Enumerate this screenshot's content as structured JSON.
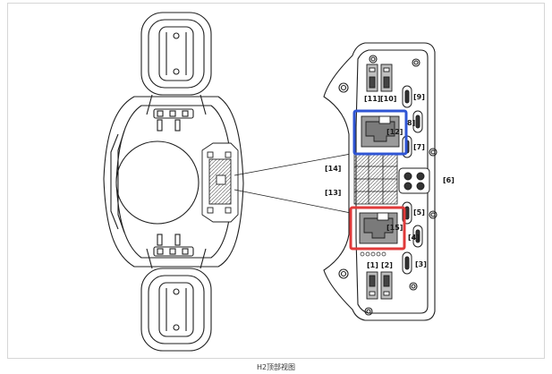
{
  "caption": "H2顶部视图",
  "ports": {
    "p1": "[1]",
    "p2": "[2]",
    "p3": "[3]",
    "p4": "[4]",
    "p5": "[5]",
    "p6": "[6]",
    "p7": "[7]",
    "p8": "8]",
    "p9": "[9]",
    "p10": "[10]",
    "p11": "[11]",
    "p12": "[12]",
    "p13": "[13]",
    "p14": "[14]",
    "p15": "[15]"
  },
  "colors": {
    "line": "#1f1f1f",
    "highlight_blue": "#2f55d4",
    "highlight_red": "#e03a3a",
    "port_gray": "#8a8a8a"
  }
}
